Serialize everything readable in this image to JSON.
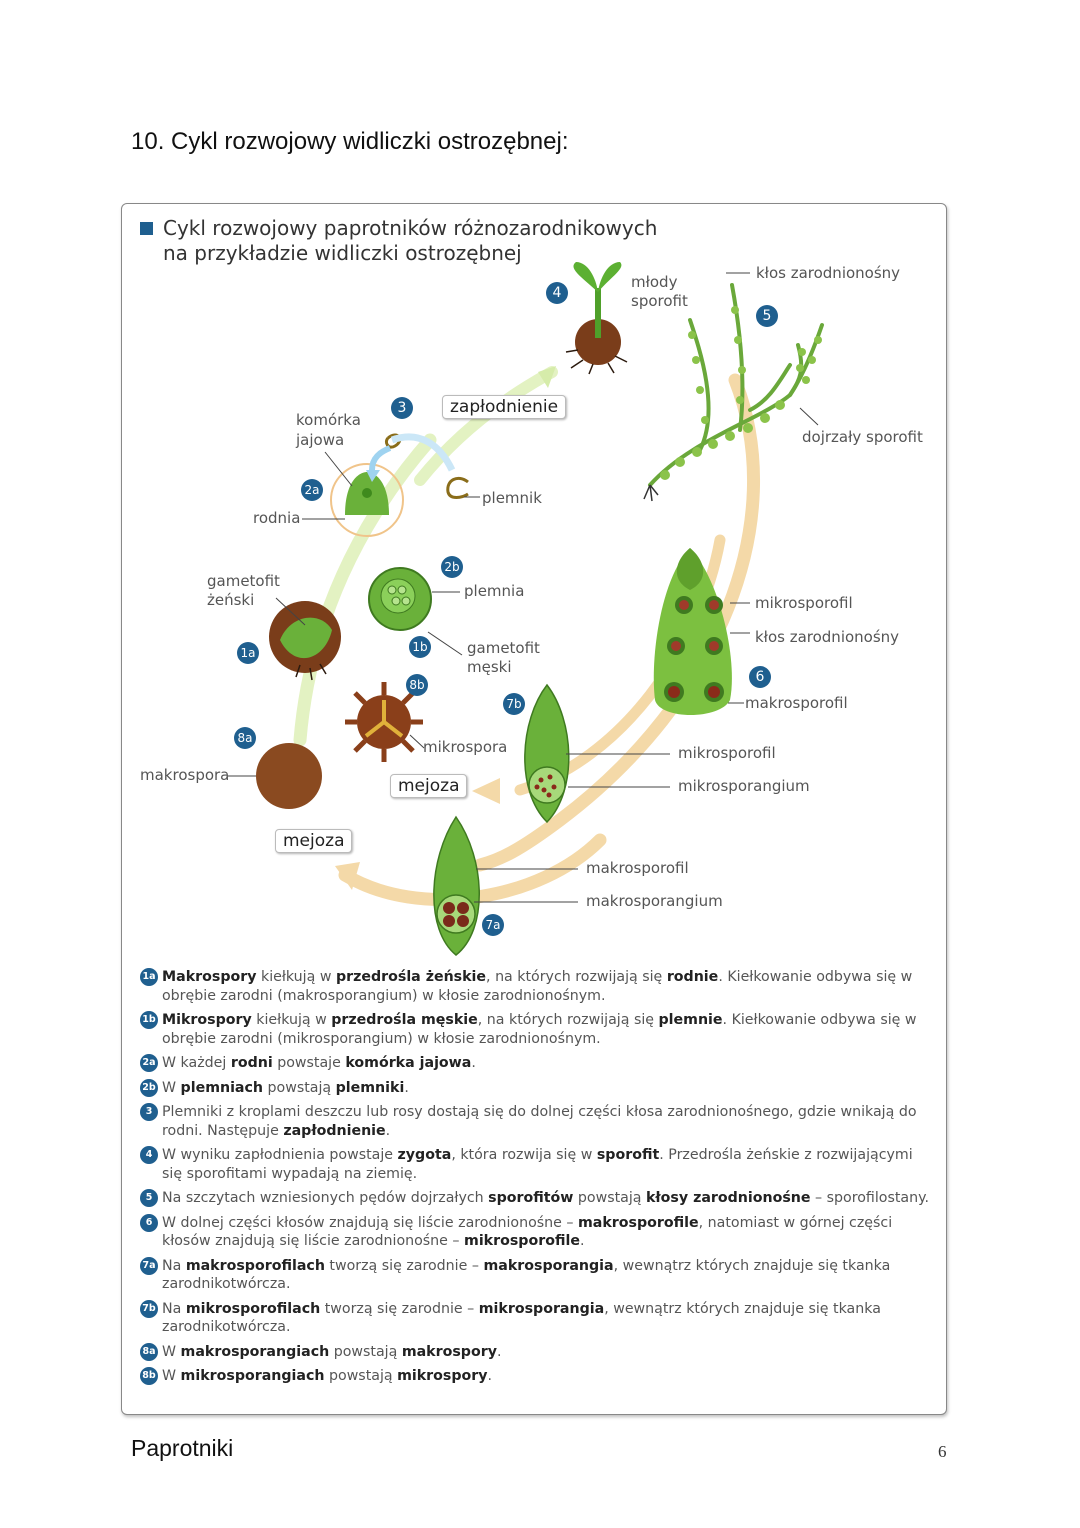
{
  "page_title": "10. Cykl rozwojowy widliczki ostrozębnej:",
  "diagram": {
    "heading_line1": "Cykl rozwojowy paprotników różnozarodnikowych",
    "heading_line2": "na przykładzie widliczki ostrozębnej",
    "labels": {
      "mlody_1": "młody",
      "mlody_2": "sporofit",
      "klos_top": "kłos zarodnionośny",
      "dojrzaly": "dojrzały sporofit",
      "komorka_1": "komórka",
      "komorka_2": "jajowa",
      "zaplodnienie": "zapłodnienie",
      "plemnik": "plemnik",
      "rodnia": "rodnia",
      "gametofit_z_1": "gametofit",
      "gametofit_z_2": "żeński",
      "plemnia": "plemnia",
      "gametofit_m_1": "gametofit",
      "gametofit_m_2": "męski",
      "mikrosporofil_top": "mikrosporofil",
      "klos_mid": "kłos zarodnionośny",
      "makrosporofil_mid": "makrosporofil",
      "mikrospora": "mikrospora",
      "mejoza_1": "mejoza",
      "makrospora": "makrospora",
      "mikrosporofil_low": "mikrosporofil",
      "mikrosporangium": "mikrosporangium",
      "mejoza_2": "mejoza",
      "makrosporofil_low": "makrosporofil",
      "makrosporangium": "makrosporangium"
    },
    "badges": {
      "n4": "4",
      "n5": "5",
      "n3": "3",
      "n2a": "2a",
      "n2b": "2b",
      "n1a": "1a",
      "n1b": "1b",
      "n8b": "8b",
      "n7b": "7b",
      "n6": "6",
      "n8a": "8a",
      "n7a": "7a"
    }
  },
  "descriptions": [
    {
      "badge": "1a",
      "parts": [
        [
          "b",
          "Makrospory"
        ],
        [
          "t",
          " kiełkują w "
        ],
        [
          "b",
          "przedrośla żeńskie"
        ],
        [
          "t",
          ", na których rozwijają się "
        ],
        [
          "b",
          "rodnie"
        ],
        [
          "t",
          ". Kiełkowanie odbywa się w obrębie zarodni (makrosporangium) w kłosie zarodnionośnym."
        ]
      ]
    },
    {
      "badge": "1b",
      "parts": [
        [
          "b",
          "Mikrospory"
        ],
        [
          "t",
          " kiełkują w "
        ],
        [
          "b",
          "przedrośla męskie"
        ],
        [
          "t",
          ", na których rozwijają się "
        ],
        [
          "b",
          "plemnie"
        ],
        [
          "t",
          ". Kiełkowanie odbywa się w obrębie zarodni (mikrosporangium) w kłosie zarodnionośnym."
        ]
      ]
    },
    {
      "badge": "2a",
      "parts": [
        [
          "t",
          "W każdej "
        ],
        [
          "b",
          "rodni"
        ],
        [
          "t",
          " powstaje "
        ],
        [
          "b",
          "komórka jajowa"
        ],
        [
          "t",
          "."
        ]
      ]
    },
    {
      "badge": "2b",
      "parts": [
        [
          "t",
          "W "
        ],
        [
          "b",
          "plemniach"
        ],
        [
          "t",
          " powstają "
        ],
        [
          "b",
          "plemniki"
        ],
        [
          "t",
          "."
        ]
      ]
    },
    {
      "badge": "3",
      "parts": [
        [
          "t",
          "Plemniki z kroplami deszczu lub rosy dostają się do dolnej części kłosa zarodnionośnego, gdzie wnikają do rodni. Następuje "
        ],
        [
          "b",
          "zapłodnienie"
        ],
        [
          "t",
          "."
        ]
      ]
    },
    {
      "badge": "4",
      "parts": [
        [
          "t",
          "W wyniku zapłodnienia powstaje "
        ],
        [
          "b",
          "zygota"
        ],
        [
          "t",
          ", która rozwija się w "
        ],
        [
          "b",
          "sporofit"
        ],
        [
          "t",
          ". Przedrośla żeńskie z rozwijającymi się sporofitami wypadają na ziemię."
        ]
      ]
    },
    {
      "badge": "5",
      "parts": [
        [
          "t",
          "Na szczytach wzniesionych pędów dojrzałych "
        ],
        [
          "b",
          "sporofitów"
        ],
        [
          "t",
          " powstają "
        ],
        [
          "b",
          "kłosy zarodnionośne"
        ],
        [
          "t",
          " – sporofilostany."
        ]
      ]
    },
    {
      "badge": "6",
      "parts": [
        [
          "t",
          "W dolnej części kłosów znajdują się liście zarodnionośne – "
        ],
        [
          "b",
          "makrosporofile"
        ],
        [
          "t",
          ", natomiast w górnej części kłosów znajdują się liście zarodnionośne – "
        ],
        [
          "b",
          "mikrosporofile"
        ],
        [
          "t",
          "."
        ]
      ]
    },
    {
      "badge": "7a",
      "parts": [
        [
          "t",
          "Na "
        ],
        [
          "b",
          "makrosporofilach"
        ],
        [
          "t",
          " tworzą się zarodnie – "
        ],
        [
          "b",
          "makrosporangia"
        ],
        [
          "t",
          ", wewnątrz których znajduje się tkanka zarodnikotwórcza."
        ]
      ]
    },
    {
      "badge": "7b",
      "parts": [
        [
          "t",
          "Na "
        ],
        [
          "b",
          "mikrosporofilach"
        ],
        [
          "t",
          " tworzą się zarodnie – "
        ],
        [
          "b",
          "mikrosporangia"
        ],
        [
          "t",
          ", wewnątrz których znajduje się tkanka zarodnikotwórcza."
        ]
      ]
    },
    {
      "badge": "8a",
      "parts": [
        [
          "t",
          "W "
        ],
        [
          "b",
          "makrosporangiach"
        ],
        [
          "t",
          " powstają "
        ],
        [
          "b",
          "makrospory"
        ],
        [
          "t",
          "."
        ]
      ]
    },
    {
      "badge": "8b",
      "parts": [
        [
          "t",
          "W "
        ],
        [
          "b",
          "mikrosporangiach"
        ],
        [
          "t",
          " powstają "
        ],
        [
          "b",
          "mikrospory"
        ],
        [
          "t",
          "."
        ]
      ]
    }
  ],
  "footer": "Paprotniki",
  "page_number": "6"
}
